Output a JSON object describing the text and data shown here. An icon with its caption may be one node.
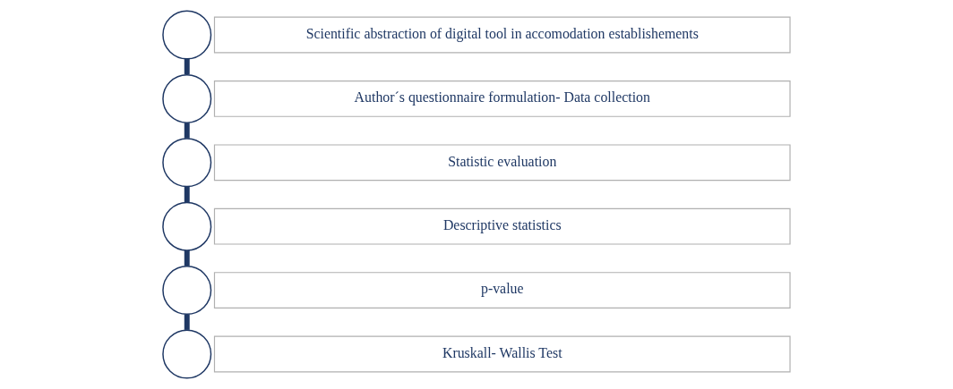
{
  "diagram": {
    "nodes": [
      {
        "text": [],
        "shape": "circle"
      },
      {
        "text": [
          "Scientific abstraction of digital tool in accomodation establishements"
        ]
      },
      {
        "text": [],
        "shape": "circle"
      },
      {
        "text": [
          "Author´s questionnaire formulation- Data collection"
        ]
      },
      {
        "text": [],
        "shape": "circle"
      },
      {
        "text": [
          "Statistic evaluation"
        ]
      },
      {
        "text": [],
        "shape": "circle"
      },
      {
        "text": [
          "Descriptive statistics"
        ]
      },
      {
        "text": [],
        "shape": "circle"
      },
      {
        "text": [
          "p-value"
        ]
      },
      {
        "text": [],
        "shape": "circle"
      },
      {
        "text": [
          "Kruskall- Wallis Test"
        ]
      }
    ],
    "edges": [
      {
        "from": 0,
        "to": 2,
        "arrow": "none"
      },
      {
        "from": 2,
        "to": 4,
        "arrow": "none"
      },
      {
        "from": 4,
        "to": 6,
        "arrow": "none"
      },
      {
        "from": 6,
        "to": 8,
        "arrow": "none"
      },
      {
        "from": 8,
        "to": 10,
        "arrow": "none"
      }
    ]
  }
}
